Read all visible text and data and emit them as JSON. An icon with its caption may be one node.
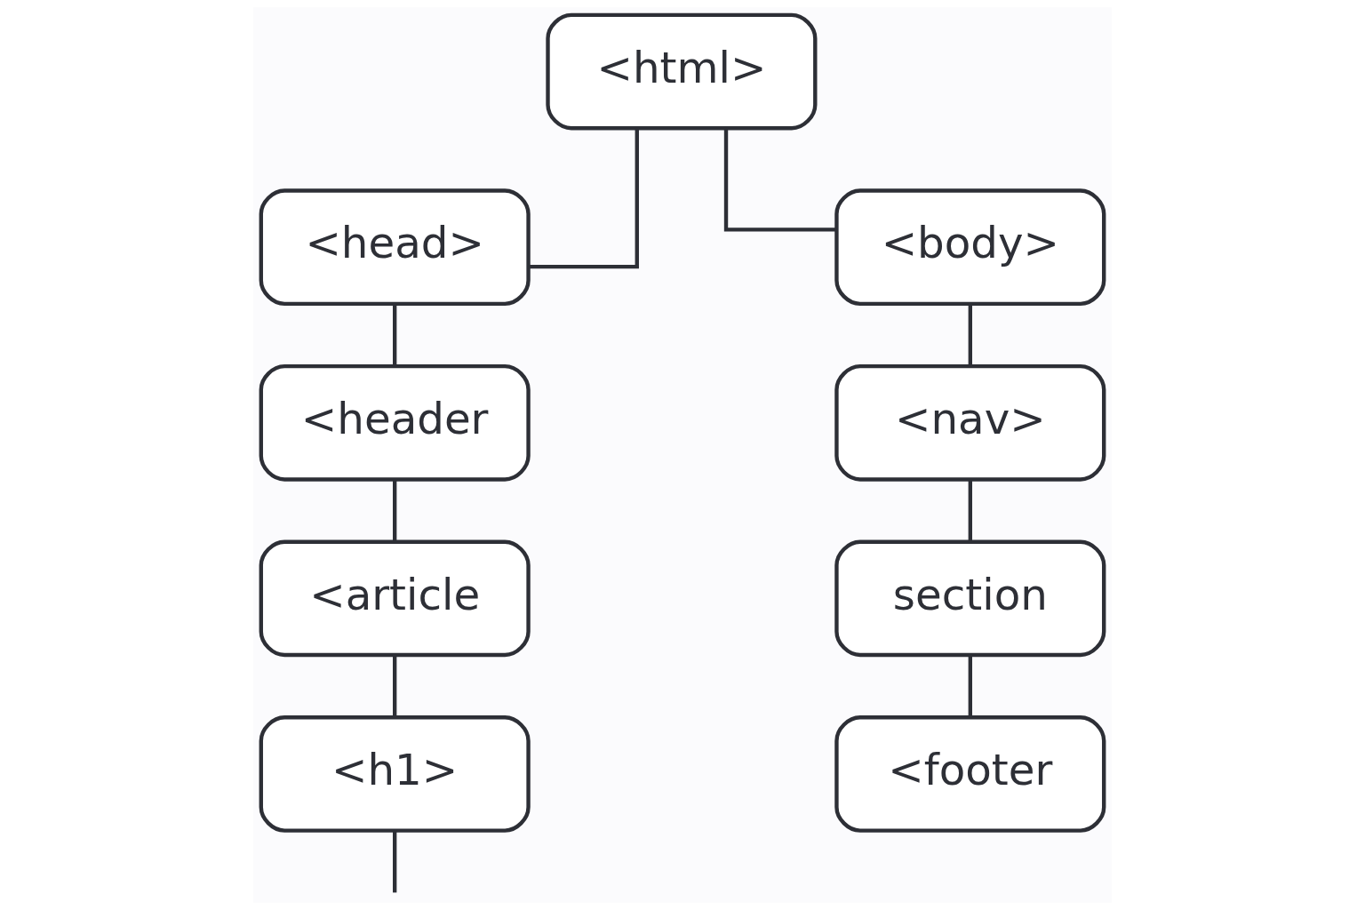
{
  "diagram": {
    "nodes": [
      {
        "text": [
          "<html>"
        ]
      },
      {
        "text": [
          "<head>"
        ]
      },
      {
        "text": [
          "<body>"
        ]
      },
      {
        "text": [
          "<header"
        ]
      },
      {
        "text": [
          "<nav>"
        ]
      },
      {
        "text": [
          "<article"
        ]
      },
      {
        "text": [
          "section"
        ]
      },
      {
        "text": [
          "<h1>"
        ]
      },
      {
        "text": [
          "<footer"
        ]
      }
    ],
    "edges": [
      {
        "from": 0,
        "to": 1,
        "arrow": "none"
      },
      {
        "from": 0,
        "to": 2,
        "arrow": "none"
      },
      {
        "from": 1,
        "to": 3,
        "arrow": "none"
      },
      {
        "from": 3,
        "to": 5,
        "arrow": "none"
      },
      {
        "from": 5,
        "to": 7,
        "arrow": "none"
      },
      {
        "from": 7,
        "to": null,
        "arrow": "none"
      },
      {
        "from": 2,
        "to": 4,
        "arrow": "none"
      },
      {
        "from": 4,
        "to": 6,
        "arrow": "none"
      },
      {
        "from": 6,
        "to": 8,
        "arrow": "none"
      }
    ]
  }
}
